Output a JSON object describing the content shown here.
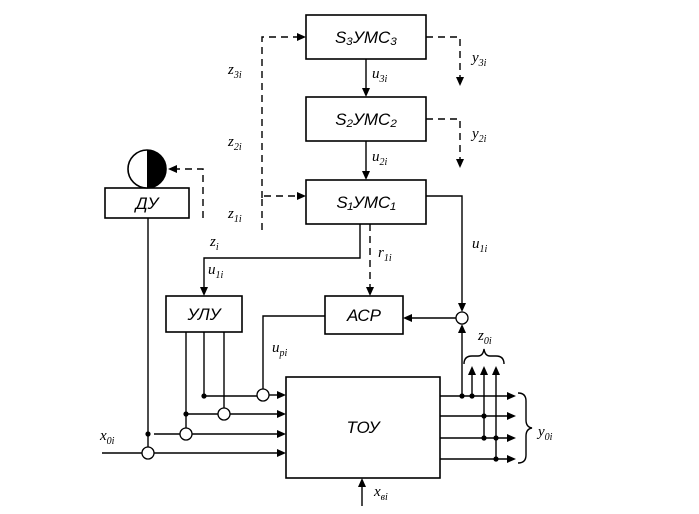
{
  "blocks": {
    "s3": {
      "label": "S₃УМС₃"
    },
    "s2": {
      "label": "S₂УМС₂"
    },
    "s1": {
      "label": "S₁УМС₁"
    },
    "du": {
      "label": "ДУ"
    },
    "ulu": {
      "label": "УЛУ"
    },
    "acr": {
      "label": "АСР"
    },
    "tou": {
      "label": "ТОУ"
    }
  },
  "signals": {
    "z3": {
      "main": "z",
      "sub": "3i"
    },
    "z2": {
      "main": "z",
      "sub": "2i"
    },
    "z1": {
      "main": "z",
      "sub": "1i"
    },
    "zi": {
      "main": "z",
      "sub": "i"
    },
    "u3": {
      "main": "u",
      "sub": "3i"
    },
    "u2": {
      "main": "u",
      "sub": "2i"
    },
    "u1_left": {
      "main": "u",
      "sub": "1i"
    },
    "u1_right": {
      "main": "u",
      "sub": "1i"
    },
    "r1": {
      "main": "r",
      "sub": "1i"
    },
    "up": {
      "main": "u",
      "sub": "pi"
    },
    "y3": {
      "main": "y",
      "sub": "3i"
    },
    "y2": {
      "main": "y",
      "sub": "2i"
    },
    "y0": {
      "main": "y",
      "sub": "0i"
    },
    "z0": {
      "main": "z",
      "sub": "0i"
    },
    "x0": {
      "main": "x",
      "sub": "0i"
    },
    "xb": {
      "main": "x",
      "sub": "вi"
    }
  }
}
